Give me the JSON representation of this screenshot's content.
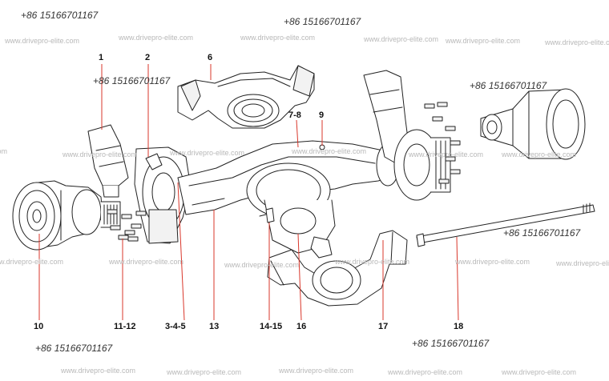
{
  "watermarks": {
    "phone": "+86 15166701167",
    "site": "www.drivepro-elite.com"
  },
  "callouts": [
    "1",
    "2",
    "6",
    "7-8",
    "9",
    "10",
    "11-12",
    "3-4-5",
    "13",
    "14-15",
    "16",
    "17",
    "18"
  ],
  "colors": {
    "line": "#222222",
    "leader": "#d9372b",
    "watermark_phone": "#333333",
    "watermark_site": "#b8b8b8"
  }
}
